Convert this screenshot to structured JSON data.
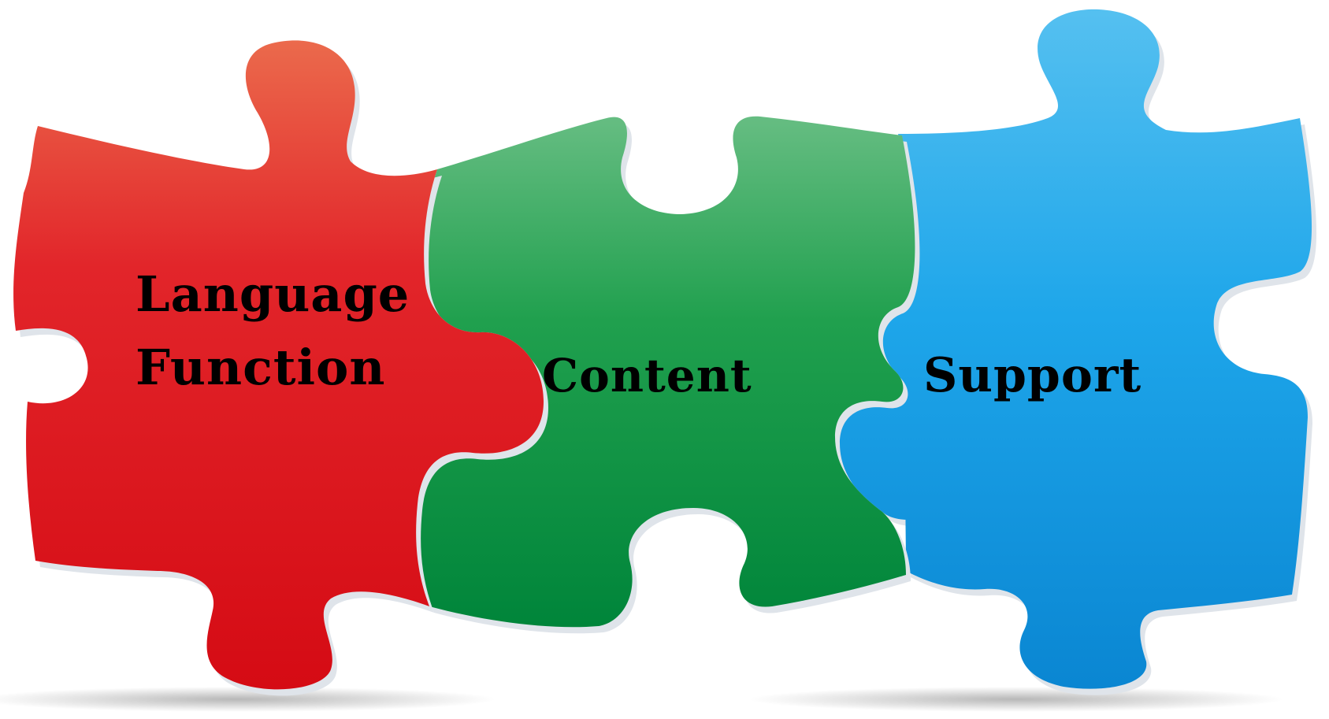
{
  "pieces": [
    {
      "id": "red",
      "lines": [
        "Language",
        "Function"
      ],
      "color_top": "#e8573f",
      "color_bottom": "#d90e15",
      "color_mid": "#e01018"
    },
    {
      "id": "green",
      "lines": [
        "Content"
      ],
      "color_top": "#5ab97a",
      "color_bottom": "#008a3a",
      "color_mid": "#1c9a48"
    },
    {
      "id": "blue",
      "lines": [
        "Support"
      ],
      "color_top": "#4ab8ee",
      "color_bottom": "#0c8ad6",
      "color_mid": "#169ee6"
    }
  ]
}
